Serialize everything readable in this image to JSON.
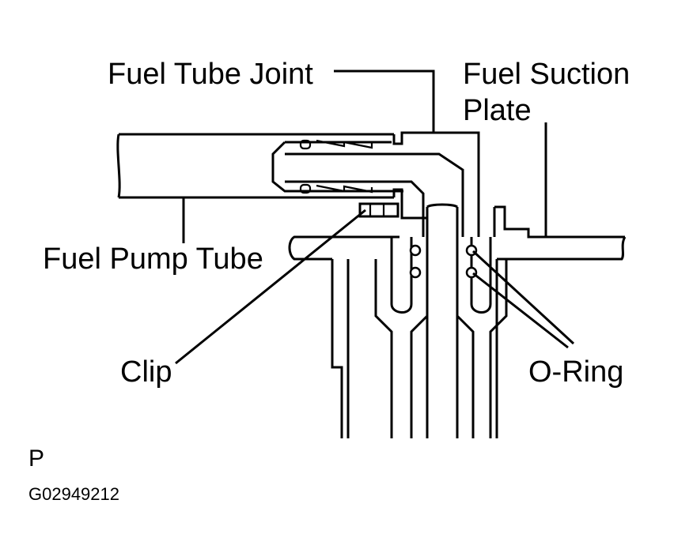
{
  "labels": {
    "fuel_tube_joint": "Fuel Tube Joint",
    "fuel_suction_plate_line1": "Fuel Suction",
    "fuel_suction_plate_line2": "Plate",
    "fuel_pump_tube": "Fuel Pump Tube",
    "clip": "Clip",
    "o_ring": "O-Ring"
  },
  "corner_mark": "P",
  "figure_code": "G02949212"
}
